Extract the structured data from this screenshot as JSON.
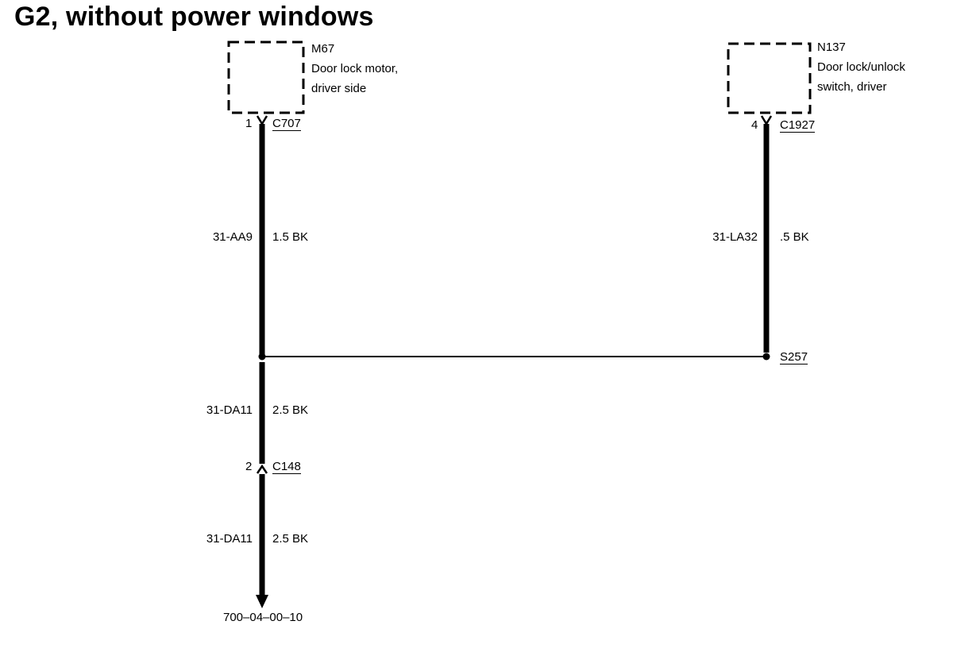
{
  "title": "G2, without power windows",
  "components": [
    {
      "id": "M67",
      "line1": "Door lock motor,",
      "line2": "driver side"
    },
    {
      "id": "N137",
      "line1": "Door lock/unlock",
      "line2": "switch, driver"
    }
  ],
  "connectors": [
    {
      "id": "C707",
      "pin": "1"
    },
    {
      "id": "C1927",
      "pin": "4"
    },
    {
      "id": "C148",
      "pin": "2"
    }
  ],
  "splice": {
    "id": "S257"
  },
  "wires": [
    {
      "circuit": "31-AA9",
      "spec": "1.5 BK"
    },
    {
      "circuit": "31-LA32",
      "spec": ".5 BK"
    },
    {
      "circuit": "31-DA11",
      "spec": "2.5 BK"
    },
    {
      "circuit": "31-DA11",
      "spec": "2.5 BK"
    }
  ],
  "reference": "700–04–00–10"
}
